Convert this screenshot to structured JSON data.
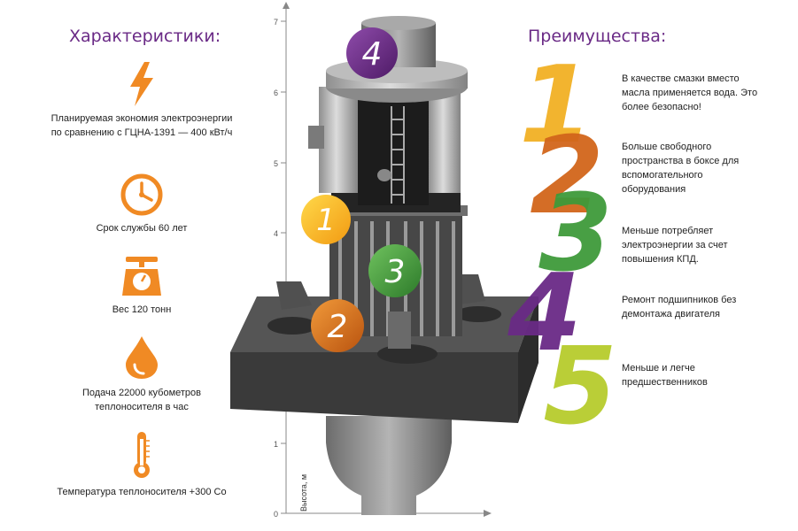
{
  "left_title": "Характеристики:",
  "right_title": "Преимущества:",
  "features": [
    {
      "icon": "lightning-icon",
      "text": "Планируемая экономия электроэнергии по сравнению с ГЦНА-1391 — 400 кВт/ч"
    },
    {
      "icon": "clock-icon",
      "text": "Срок службы 60 лет"
    },
    {
      "icon": "scale-icon",
      "text": "Вес 120 тонн"
    },
    {
      "icon": "drop-icon",
      "text": "Подача 22000  кубометров теплоносителя в час"
    },
    {
      "icon": "thermometer-icon",
      "text": "Температура теплоносителя +300 Со"
    }
  ],
  "advantages": [
    {
      "number": "1",
      "color": "#f2b024",
      "text": "В качестве смазки вместо масла применяется вода. Это более безопасно!"
    },
    {
      "number": "2",
      "color": "#d2661b",
      "text": "Больше свободного пространства в боксе для вспомогательного оборудования"
    },
    {
      "number": "3",
      "color": "#3f9a3a",
      "text": "Меньше потребляет электроэнергии за счет повышения КПД."
    },
    {
      "number": "4",
      "color": "#6a2a86",
      "text": "Ремонт подшипников без демонтажа двигателя"
    },
    {
      "number": "5",
      "color": "#b7cc2d",
      "text": "Меньше и легче предшественников"
    }
  ],
  "axis": {
    "label": "Высота, м",
    "ticks": [
      "0",
      "1",
      "4",
      "5",
      "6",
      "7"
    ]
  },
  "callouts": [
    "1",
    "2",
    "3",
    "4"
  ],
  "colors": {
    "accent": "#6a2a86",
    "icon": "#f08a24"
  }
}
